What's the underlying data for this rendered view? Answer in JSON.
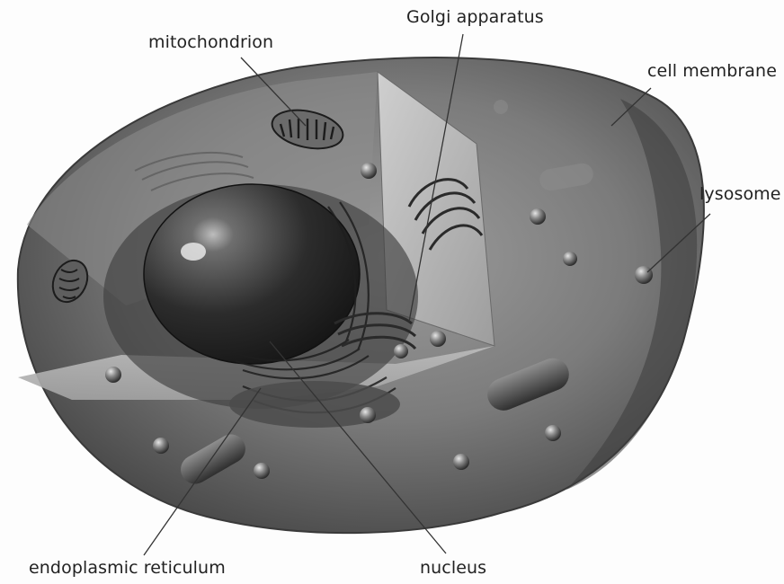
{
  "labels": {
    "golgi": "Golgi apparatus",
    "mitochondrion": "mitochondrion",
    "cell_membrane": "cell membrane",
    "lysosome": "lysosome",
    "endoplasmic_reticulum": "endoplasmic reticulum",
    "nucleus": "nucleus"
  }
}
